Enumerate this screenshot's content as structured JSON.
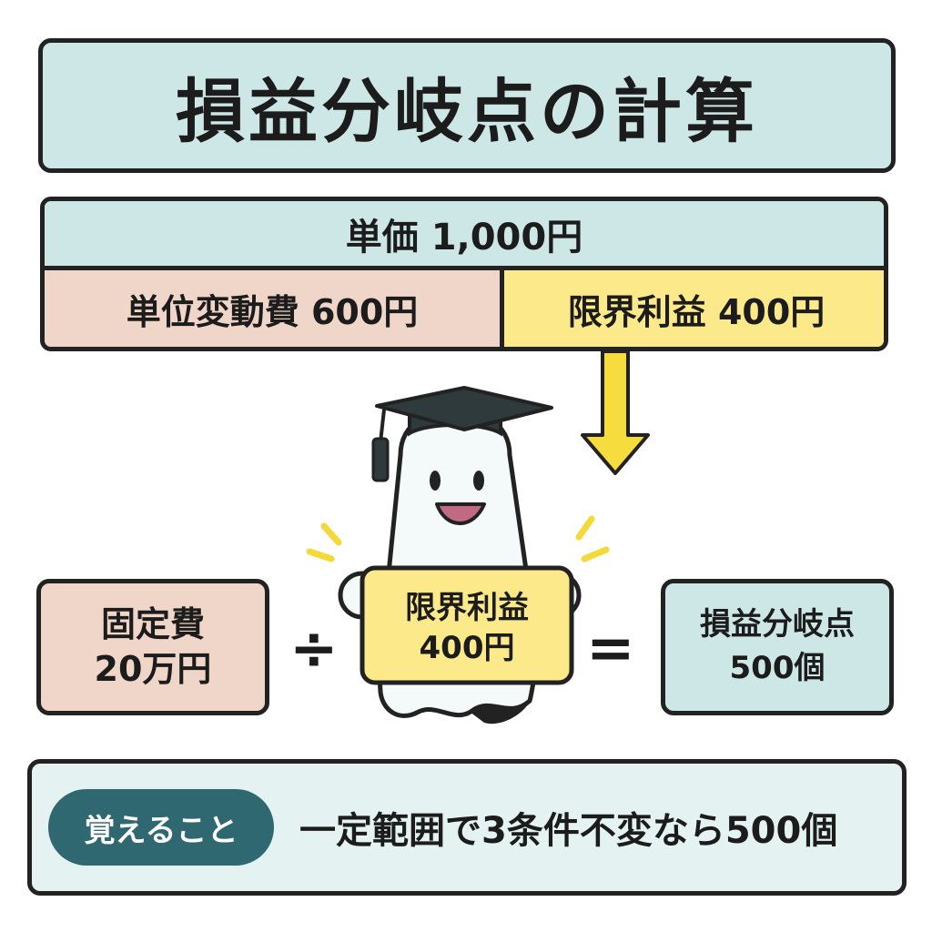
{
  "title": "損益分岐点の計算",
  "price_table": {
    "unit_price": "単価 1,000円",
    "unit_variable_cost": "単位変動費 600円",
    "contribution_margin": "限界利益 400円"
  },
  "fixed_cost": {
    "label": "固定費",
    "value": "20万円"
  },
  "operators": {
    "divide": "÷",
    "equals": "="
  },
  "sign": {
    "label": "限界利益",
    "value": "400円"
  },
  "break_even": {
    "label": "損益分岐点",
    "value": "500個"
  },
  "memo": {
    "badge": "覚えること",
    "text": "一定範囲で3条件不変なら500個"
  },
  "colors": {
    "teal_light": "#cde7e6",
    "peach": "#f0d6c8",
    "yellow": "#fbe98a",
    "arrow_yellow": "#f6dc3c",
    "badge_teal": "#2f6870",
    "mascot_cap": "#2f3a3c"
  },
  "icons": {
    "arrow": "down-arrow-icon",
    "mascot": "graduate-ghost-mascot"
  }
}
